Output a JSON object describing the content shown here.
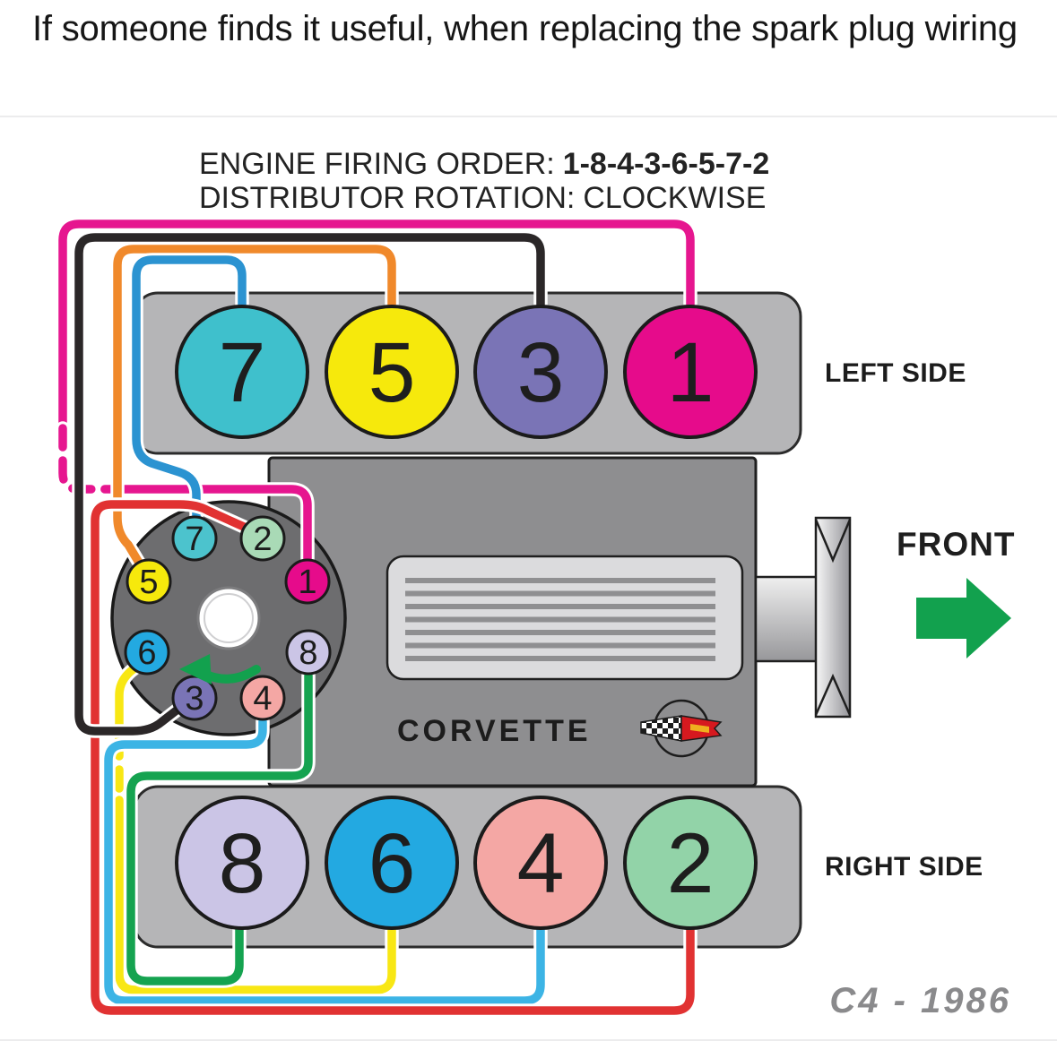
{
  "caption": "If someone finds it useful, when replacing the spark plug wiring",
  "header": {
    "firing_order_label": "ENGINE FIRING ORDER:",
    "firing_order_value": "1-8-4-3-6-5-7-2",
    "rotation_label": "DISTRIBUTOR ROTATION:",
    "rotation_value": "CLOCKWISE"
  },
  "labels": {
    "left_side": "LEFT SIDE",
    "right_side": "RIGHT SIDE",
    "front": "FRONT",
    "brand": "CORVETTE",
    "model_year": "C4 - 1986"
  },
  "banks": {
    "left": {
      "plugs": [
        {
          "number": "7",
          "color": "#3fc0cc"
        },
        {
          "number": "5",
          "color": "#f6e90c"
        },
        {
          "number": "3",
          "color": "#7a74b6"
        },
        {
          "number": "1",
          "color": "#e60b8b"
        }
      ]
    },
    "right": {
      "plugs": [
        {
          "number": "8",
          "color": "#cbc5e6"
        },
        {
          "number": "6",
          "color": "#23a9e1"
        },
        {
          "number": "4",
          "color": "#f4a7a4"
        },
        {
          "number": "2",
          "color": "#92d3a8"
        }
      ]
    }
  },
  "distributor": {
    "terminals": [
      {
        "number": "7",
        "color": "#4cc3cd"
      },
      {
        "number": "2",
        "color": "#a9dab6"
      },
      {
        "number": "5",
        "color": "#f6e90c"
      },
      {
        "number": "1",
        "color": "#e60b8b"
      },
      {
        "number": "6",
        "color": "#23a9e1"
      },
      {
        "number": "8",
        "color": "#cbc5e6"
      },
      {
        "number": "3",
        "color": "#7a74b6"
      },
      {
        "number": "4",
        "color": "#f4a7a4"
      }
    ]
  },
  "wires": {
    "cyl1": {
      "color": "#e6168f"
    },
    "cyl2": {
      "color": "#e13232"
    },
    "cyl3": {
      "color": "#2b2728"
    },
    "cyl4": {
      "color": "#3cb4e5"
    },
    "cyl5": {
      "color": "#f0892b"
    },
    "cyl6": {
      "color": "#f8e714"
    },
    "cyl7": {
      "color": "#2b93d1"
    },
    "cyl8": {
      "color": "#15a350"
    }
  },
  "colors": {
    "front_green": "#12a14e"
  }
}
